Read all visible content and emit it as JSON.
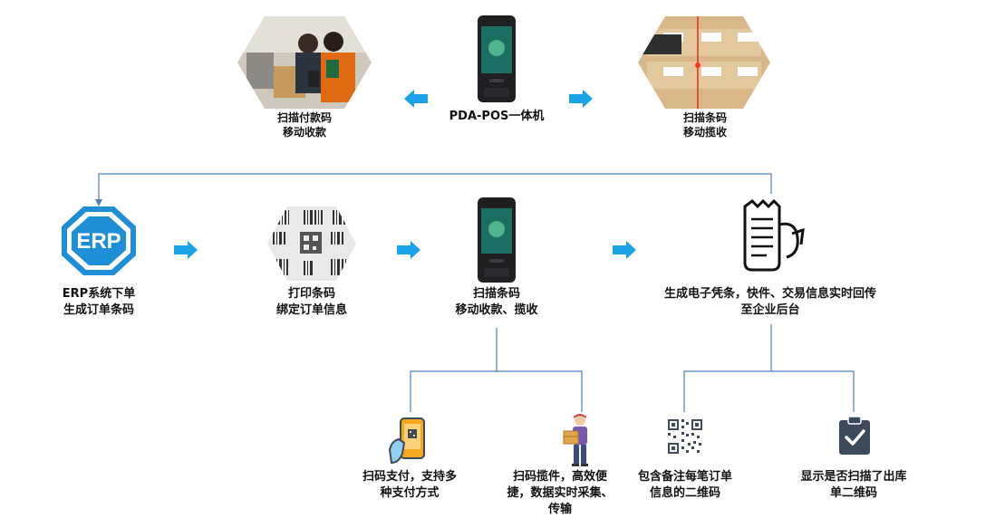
{
  "top": {
    "left_caption": [
      "扫描付款码",
      "移动收款"
    ],
    "center_caption": "PDA-POS一体机",
    "right_caption": [
      "扫描条码",
      "移动揽收"
    ]
  },
  "flow": {
    "erp_logo_text": "ERP",
    "step1": [
      "ERP系统下单",
      "生成订单条码"
    ],
    "step2": [
      "打印条码",
      "绑定订单信息"
    ],
    "step3": [
      "扫描条码",
      "移动收款、揽收"
    ],
    "step4": [
      "生成电子凭条，快件、交易信息实时回传",
      "至企业后台"
    ]
  },
  "details": {
    "d1": [
      "扫码支付，支持多",
      "种支付方式"
    ],
    "d2": [
      "扫码揽件，高效便",
      "捷，数据实时采集、",
      "传输"
    ],
    "d3": [
      "包含备注每笔订单",
      "信息的二维码"
    ],
    "d4": [
      "显示是否扫描了出库",
      "单二维码"
    ]
  },
  "colors": {
    "arrow": "#1aa3e8",
    "erp": "#1e8fd6",
    "line": "#4a7fc1",
    "icon_dark": "#3d4a5c"
  }
}
